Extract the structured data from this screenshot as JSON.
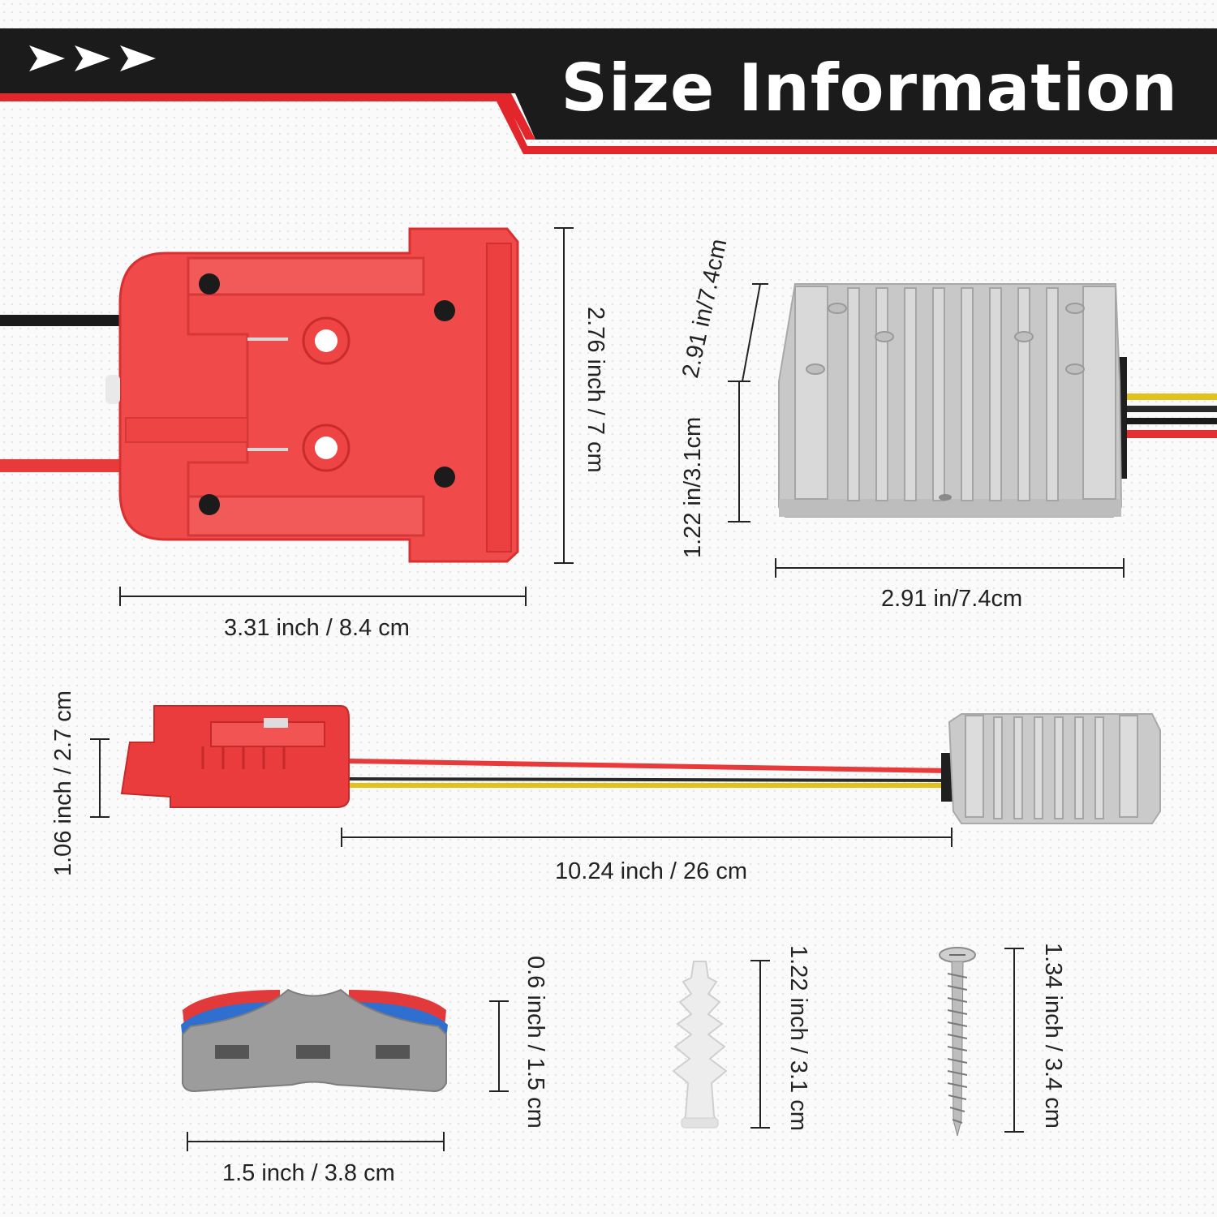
{
  "header": {
    "title": "Size Information"
  },
  "colors": {
    "brand_red": "#e3262b",
    "dark": "#1b1b1b",
    "adapter_red": "#ee3b3b",
    "heatsink_grey": "#c9c9c9"
  },
  "dimensions": {
    "adapter_width": "3.31 inch / 8.4 cm",
    "adapter_height": "2.76 inch / 7 cm",
    "converter_depth": "2.91 in/7.4cm",
    "converter_height": "1.22 in/3.1cm",
    "converter_width": "2.91 in/7.4cm",
    "adapter_side_height": "1.06 inch / 2.7 cm",
    "cable_length": "10.24 inch / 26 cm",
    "connector_height": "0.6 inch / 1.5 cm",
    "connector_width": "1.5 inch / 3.8 cm",
    "anchor_length": "1.22 inch / 3.1 cm",
    "screw_length": "1.34 inch / 3.4 cm"
  }
}
